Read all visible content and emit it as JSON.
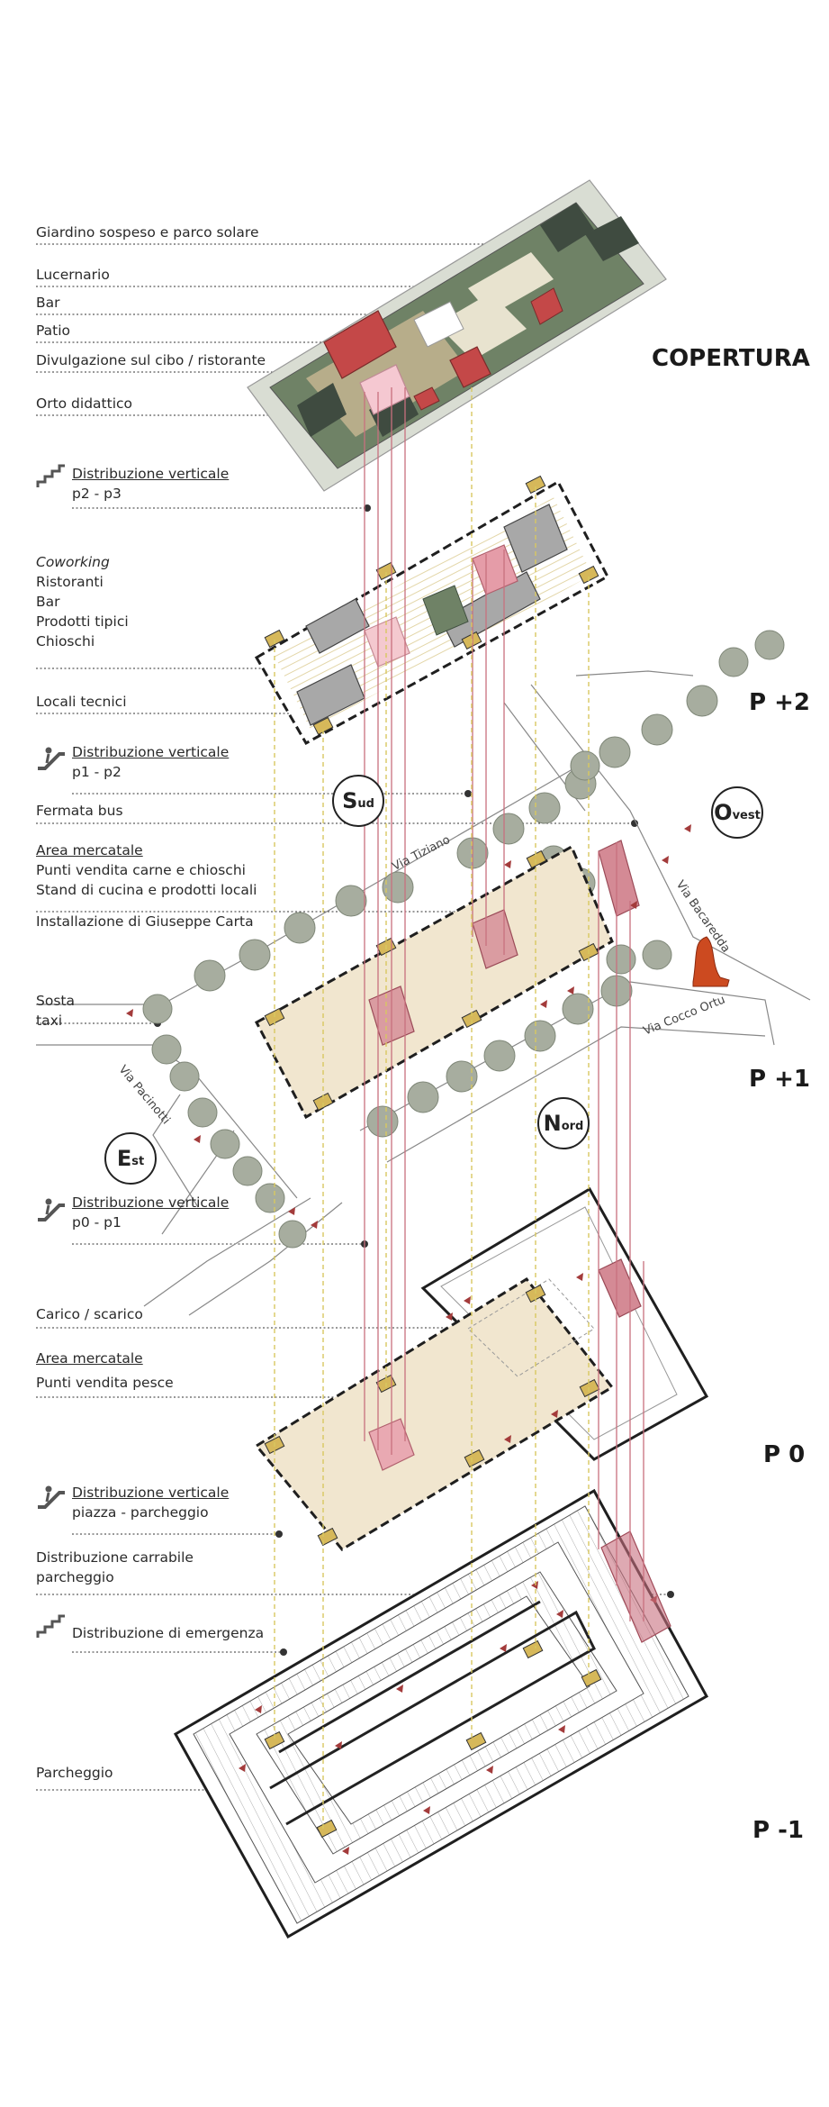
{
  "levels": {
    "copertura": "COPERTURA",
    "p2": "P +2",
    "p1": "P +1",
    "p0": "P 0",
    "pm1": "P -1"
  },
  "labels": {
    "giardino": "Giardino sospeso e parco solare",
    "lucernario": "Lucernario",
    "bar_roof": "Bar",
    "patio": "Patio",
    "divulgazione": "Divulgazione sul cibo / ristorante",
    "orto": "Orto didattico",
    "dist_p2p3_title": "Distribuzione verticale",
    "dist_p2p3_sub": "p2 - p3",
    "coworking": "Coworking",
    "ristoranti": "Ristoranti",
    "bar_p2": "Bar",
    "prodotti": "Prodotti tipici",
    "chioschi": "Chioschi",
    "locali": "Locali tecnici",
    "dist_p1p2_title": "Distribuzione verticale",
    "dist_p1p2_sub": "p1 - p2",
    "fermata": "Fermata bus",
    "area_merc_p1": "Area mercatale",
    "punti_carne": "Punti vendita carne e chioschi",
    "stand": "Stand di cucina e prodotti locali",
    "installazione": "Installazione di Giuseppe Carta",
    "sosta1": "Sosta",
    "sosta2": "taxi",
    "dist_p0p1_title": "Distribuzione verticale",
    "dist_p0p1_sub": "p0 - p1",
    "carico": "Carico / scarico",
    "area_merc_p0": "Area mercatale",
    "punti_pesce": "Punti vendita pesce",
    "dist_piazza_title": "Distribuzione verticale",
    "dist_piazza_sub": "piazza - parcheggio",
    "carrabile1": "Distribuzione carrabile",
    "carrabile2": "parcheggio",
    "emergenza": "Distribuzione di emergenza",
    "parcheggio": "Parcheggio"
  },
  "streets": {
    "tiziano": "Via Tiziano",
    "bacaredda": "Via Bacaredda",
    "cocco": "Via Cocco Ortu",
    "pacinotti": "Via Pacinotti"
  },
  "compass": {
    "sud_big": "S",
    "sud_small": "ud",
    "ovest_big": "O",
    "ovest_small": "vest",
    "nord_big": "N",
    "nord_small": "ord",
    "est_big": "E",
    "est_small": "st"
  },
  "icons": {
    "stairs": "stairs-icon",
    "escalator": "escalator-icon"
  },
  "colors": {
    "ink": "#1f1f1f",
    "beige": "#f1e6cf",
    "pink": "#d48a95",
    "red_vertical": "#c8707e",
    "yellow_dash": "#d8c860",
    "gold": "#d6b85a",
    "green_tile": "#6f8266",
    "dark_tile": "#3f4b40",
    "tree": "#a7ad9f",
    "arrow": "#a33b3b"
  }
}
